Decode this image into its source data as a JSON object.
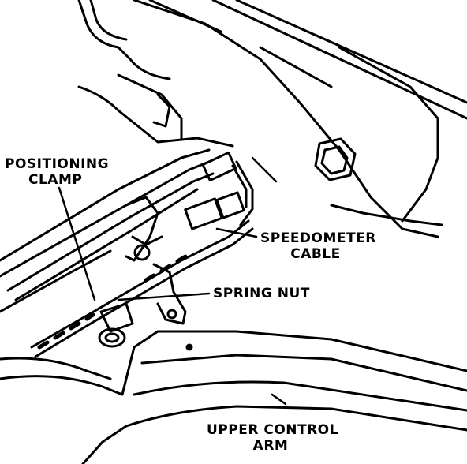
{
  "labels": {
    "positioning_clamp": [
      "POSITIONING",
      "CLAMP"
    ],
    "speedometer_cable": [
      "SPEEDOMETER",
      "CABLE"
    ],
    "spring_nut": "SPRING NUT",
    "upper_control_arm": [
      "UPPER CONTROL",
      "ARM"
    ]
  },
  "colors": {
    "ink": "#000000",
    "paper": "#ffffff"
  }
}
